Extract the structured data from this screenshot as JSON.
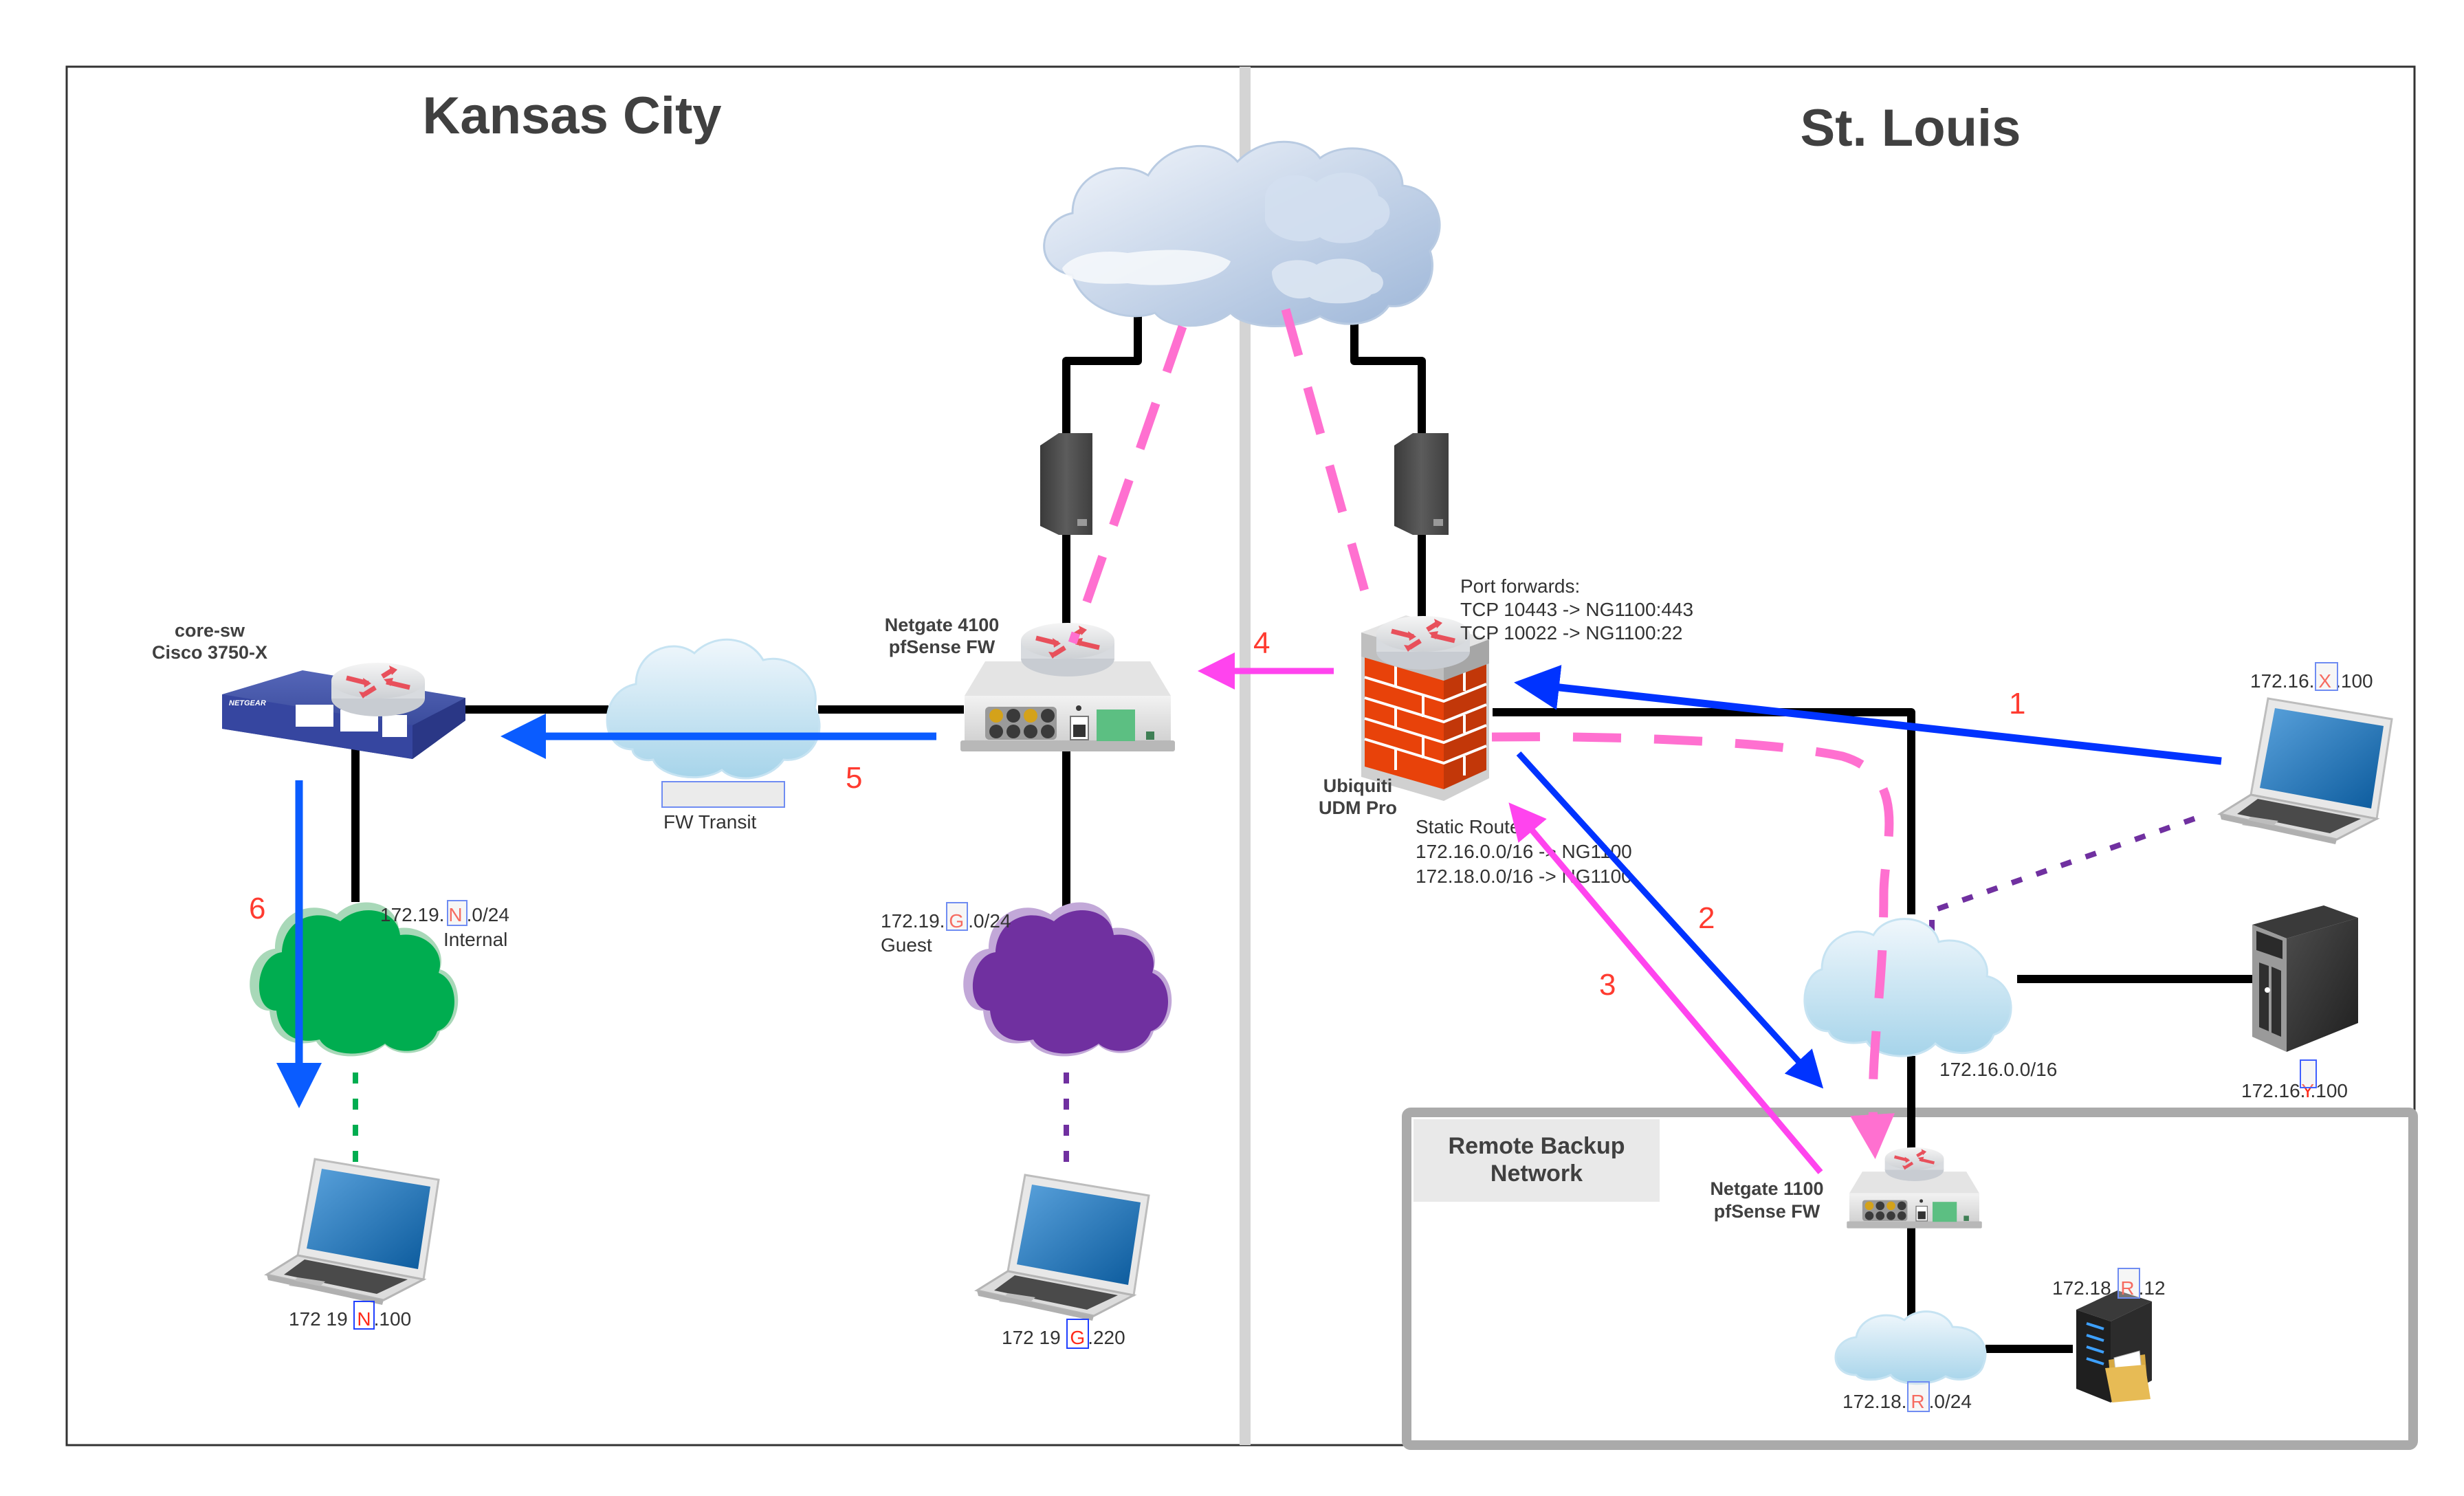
{
  "regions": {
    "left": {
      "title": "Kansas City"
    },
    "right": {
      "title": "St. Louis"
    },
    "remote_backup": {
      "title_line1": "Remote Backup",
      "title_line2": "Network"
    }
  },
  "devices": {
    "internet": {
      "icon": "internet-cloud-icon"
    },
    "kc_modem": {
      "icon": "modem-icon"
    },
    "stl_modem": {
      "icon": "modem-icon"
    },
    "core_switch": {
      "line1": "core-sw",
      "line2": "Cisco 3750-X",
      "icon": "network-switch-icon",
      "brand": "NETGEAR"
    },
    "fw_transit": {
      "label": "FW Transit",
      "icon": "cloud-icon"
    },
    "ng4100": {
      "line1": "Netgate 4100",
      "line2": "pfSense FW",
      "icon": "router-appliance-icon"
    },
    "udm": {
      "line1": "Ubiquiti",
      "line2": "UDM Pro",
      "icon": "firewall-icon"
    },
    "ng1100": {
      "line1": "Netgate 1100",
      "line2": "pfSense FW",
      "icon": "router-appliance-icon"
    },
    "internal_net": {
      "prefix": "172.19.",
      "var": "N",
      "suffix": ".0/24",
      "name": "Internal",
      "color": "#00ad50"
    },
    "guest_net": {
      "prefix": "172.19.",
      "var": "G",
      "suffix": ".0/24",
      "name": "Guest",
      "color": "#7030a0"
    },
    "laptop_n": {
      "prefix": "172 19 ",
      "var": "N",
      "suffix": ".100"
    },
    "laptop_g": {
      "prefix": "172 19 ",
      "var": "G",
      "suffix": ".220"
    },
    "laptop_x": {
      "prefix": "172.16.",
      "var": "X",
      "suffix": ".100"
    },
    "stl_net": {
      "label": "172.16.0.0/16"
    },
    "tower_y": {
      "prefix": "172.16.",
      "var": "Y",
      "suffix": ".100"
    },
    "backup_net": {
      "prefix": "172.18.",
      "var": "R",
      "suffix": ".0/24"
    },
    "backup_server": {
      "prefix": "172.18.",
      "var": "R",
      "suffix": ".12"
    }
  },
  "notes": {
    "port_forwards": [
      "Port forwards:",
      "TCP 10443 -> NG1100:443",
      "TCP 10022 -> NG1100:22"
    ],
    "static_routes": [
      "Static Route:",
      "172.16.0.0/16 -> NG1100",
      "172.18.0.0/16 -> NG1100"
    ]
  },
  "steps": [
    "1",
    "2",
    "3",
    "4",
    "5",
    "6"
  ],
  "colors": {
    "flow_blue": "#0033ff",
    "flow_light_blue": "#0a5cff",
    "flow_magenta": "#ff44ee",
    "vpn_pink": "#ff70d0",
    "step_red": "#ff3b30",
    "wire": "#000000",
    "frame": "#333333",
    "divider": "#d4d4d4",
    "backup_border": "#aaaaaa"
  }
}
